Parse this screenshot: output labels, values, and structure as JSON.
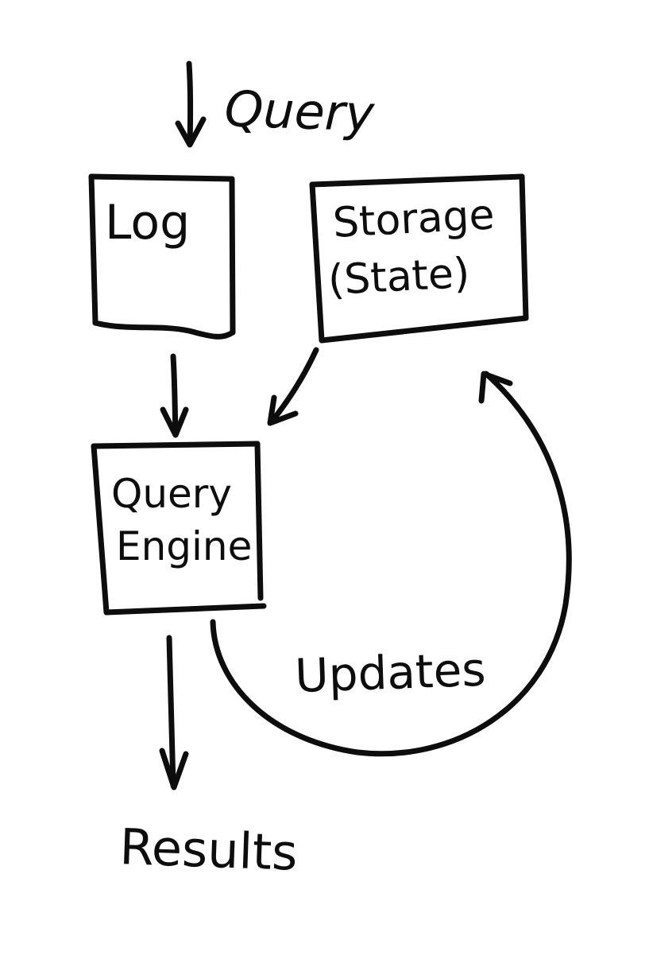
{
  "labels": {
    "query_in": "Query",
    "log": "Log",
    "storage_line1": "Storage",
    "storage_line2": "(State)",
    "engine_line1": "Query",
    "engine_line2": "Engine",
    "updates": "Updates",
    "results": "Results"
  },
  "colors": {
    "ink": "#0d0d0d",
    "paper": "#ffffff"
  }
}
